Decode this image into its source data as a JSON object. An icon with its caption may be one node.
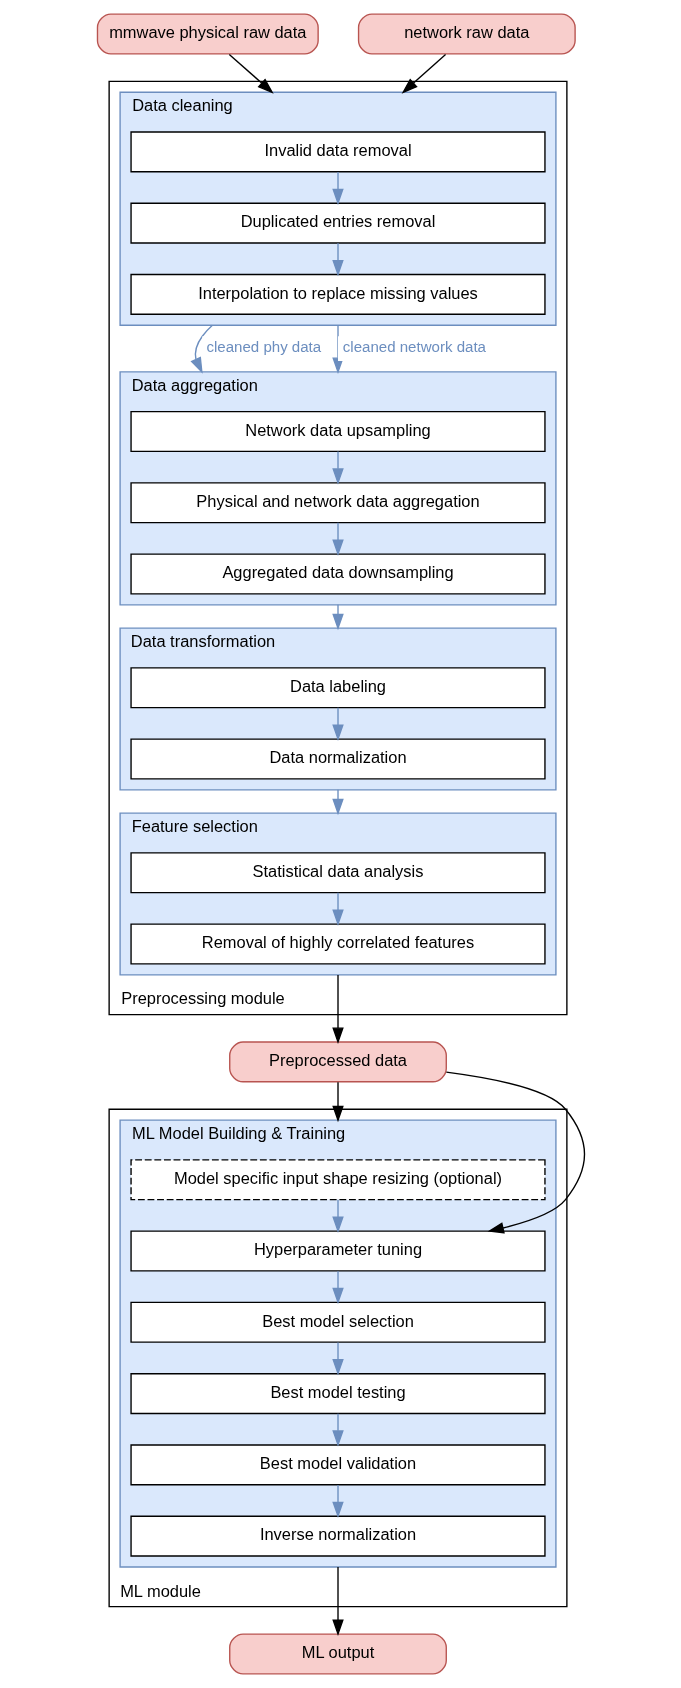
{
  "diagram": {
    "nodes": [
      {
        "text": [
          "mmwave physical raw data"
        ]
      },
      {
        "text": [
          "network raw data"
        ]
      },
      {
        "text": [
          "Preprocessing module"
        ]
      },
      {
        "text": [
          "Data cleaning"
        ],
        "in": 2
      },
      {
        "text": [
          "Invalid data removal"
        ],
        "in": 3
      },
      {
        "text": [
          "Duplicated entries removal"
        ],
        "in": 3
      },
      {
        "text": [
          "Interpolation to replace missing values"
        ],
        "in": 3
      },
      {
        "text": [
          "Data aggregation"
        ],
        "in": 2
      },
      {
        "text": [
          "Network data upsampling"
        ],
        "in": 7
      },
      {
        "text": [
          "Physical and network data aggregation"
        ],
        "in": 7
      },
      {
        "text": [
          "Aggregated data downsampling"
        ],
        "in": 7
      },
      {
        "text": [
          "Data transformation"
        ],
        "in": 2
      },
      {
        "text": [
          "Data labeling"
        ],
        "in": 11
      },
      {
        "text": [
          "Data normalization"
        ],
        "in": 11
      },
      {
        "text": [
          "Feature selection"
        ],
        "in": 2
      },
      {
        "text": [
          "Statistical data analysis"
        ],
        "in": 14
      },
      {
        "text": [
          "Removal of highly correlated features"
        ],
        "in": 14
      },
      {
        "text": [
          "Preprocessed data"
        ]
      },
      {
        "text": [
          "ML module"
        ]
      },
      {
        "text": [
          "ML Model Building & Training"
        ],
        "in": 18
      },
      {
        "text": [
          "Model specific input shape resizing (optional)"
        ],
        "in": 19
      },
      {
        "text": [
          "Hyperparameter tuning"
        ],
        "in": 19
      },
      {
        "text": [
          "Best model selection"
        ],
        "in": 19
      },
      {
        "text": [
          "Best model testing"
        ],
        "in": 19
      },
      {
        "text": [
          "Best model validation"
        ],
        "in": 19
      },
      {
        "text": [
          "Inverse normalization"
        ],
        "in": 19
      },
      {
        "text": [
          "ML output"
        ]
      }
    ],
    "edges": [
      {
        "from": 0,
        "to": 3,
        "arrow": "to",
        "color": "#000000"
      },
      {
        "from": 1,
        "to": 3,
        "arrow": "to",
        "color": "#000000"
      },
      {
        "from": 4,
        "to": 5,
        "arrow": "to"
      },
      {
        "from": 5,
        "to": 6,
        "arrow": "to"
      },
      {
        "from": 3,
        "to": 7,
        "arrow": "to",
        "label": "cleaned phy data"
      },
      {
        "from": 3,
        "to": 7,
        "arrow": "to",
        "label": "cleaned network data"
      },
      {
        "from": 8,
        "to": 9,
        "arrow": "to"
      },
      {
        "from": 9,
        "to": 10,
        "arrow": "to"
      },
      {
        "from": 7,
        "to": 11,
        "arrow": "to"
      },
      {
        "from": 12,
        "to": 13,
        "arrow": "to"
      },
      {
        "from": 11,
        "to": 14,
        "arrow": "to"
      },
      {
        "from": 15,
        "to": 16,
        "arrow": "to"
      },
      {
        "from": 14,
        "to": 17,
        "arrow": "to",
        "color": "#000000"
      },
      {
        "from": 17,
        "to": 19,
        "arrow": "to",
        "color": "#000000"
      },
      {
        "from": 17,
        "to": 21,
        "arrow": "to",
        "color": "#000000"
      },
      {
        "from": 20,
        "to": 21,
        "arrow": "to"
      },
      {
        "from": 21,
        "to": 22,
        "arrow": "to"
      },
      {
        "from": 22,
        "to": 23,
        "arrow": "to"
      },
      {
        "from": 23,
        "to": 24,
        "arrow": "to"
      },
      {
        "from": 24,
        "to": 25,
        "arrow": "to"
      },
      {
        "from": 19,
        "to": 26,
        "arrow": "to",
        "color": "#000000"
      }
    ]
  }
}
